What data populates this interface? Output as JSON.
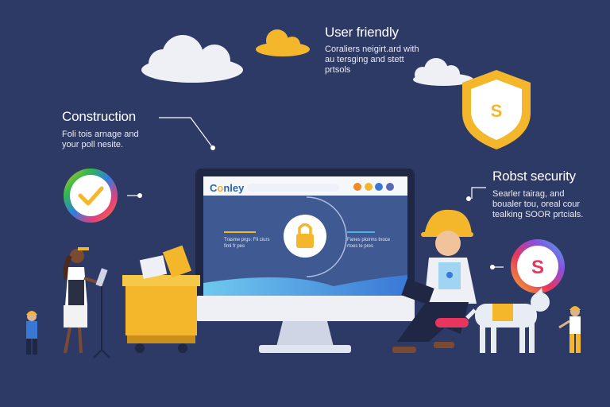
{
  "features": [
    {
      "heading": "Construction",
      "description": "Foli tois arnage and your poll nesite."
    },
    {
      "heading": "User friendly",
      "description": "Coraliers neigirt.ard with au tersging and stett prtsols"
    },
    {
      "heading": "Robst security",
      "description": "Searler tairag, and boualer tou, oreal cour tealking SOOR prtcials."
    }
  ],
  "browser": {
    "logo_prefix": "C",
    "logo_o": "o",
    "logo_suffix": "nley",
    "address_placeholder": "",
    "left_caption": "Trasme prgs: Fli ciurs fiml fr pes",
    "right_caption": "Fanes ploirms tnoce rtoes le pres"
  },
  "badges": {
    "shield_letter": "S",
    "ring_letter": "S"
  },
  "colors": {
    "background": "#2e3a66",
    "accent_yellow": "#f4b62b",
    "accent_orange": "#f08a24",
    "screen_blue": "#3f5a93",
    "browser_blue": "#4fb0e6"
  }
}
